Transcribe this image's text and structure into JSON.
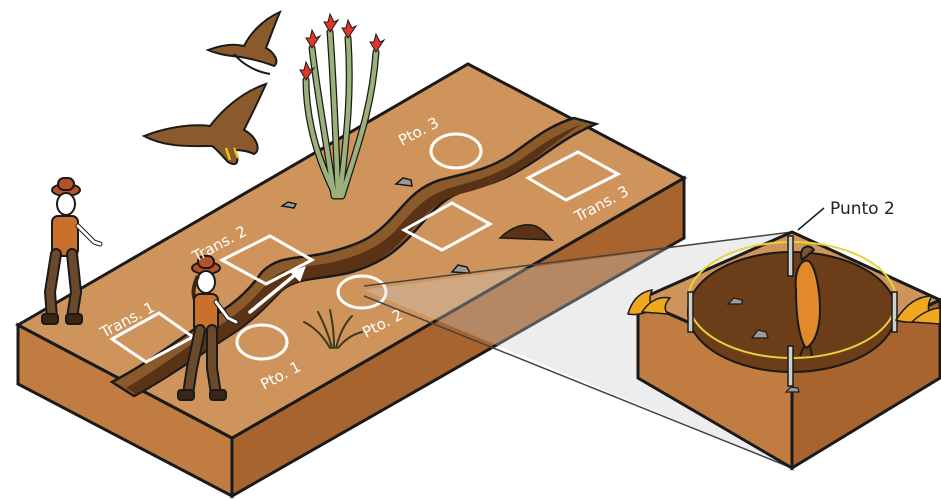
{
  "labels": {
    "trans1": "Trans. 1",
    "trans2": "Trans. 2",
    "trans3": "Trans. 3",
    "pto1": "Pto. 1",
    "pto2": "Pto. 2",
    "pto3": "Pto. 3",
    "punto2": "Punto 2"
  },
  "colors": {
    "ground_top": "#cf945c",
    "ground_front": "#c17c41",
    "ground_side": "#a8642e",
    "streambed": "#5a3316",
    "bank": "#8b5a2b",
    "outline": "#1a1a1a",
    "marker": "#ffffff",
    "ring": "#e8d23a",
    "grass": "#f0a81e"
  }
}
